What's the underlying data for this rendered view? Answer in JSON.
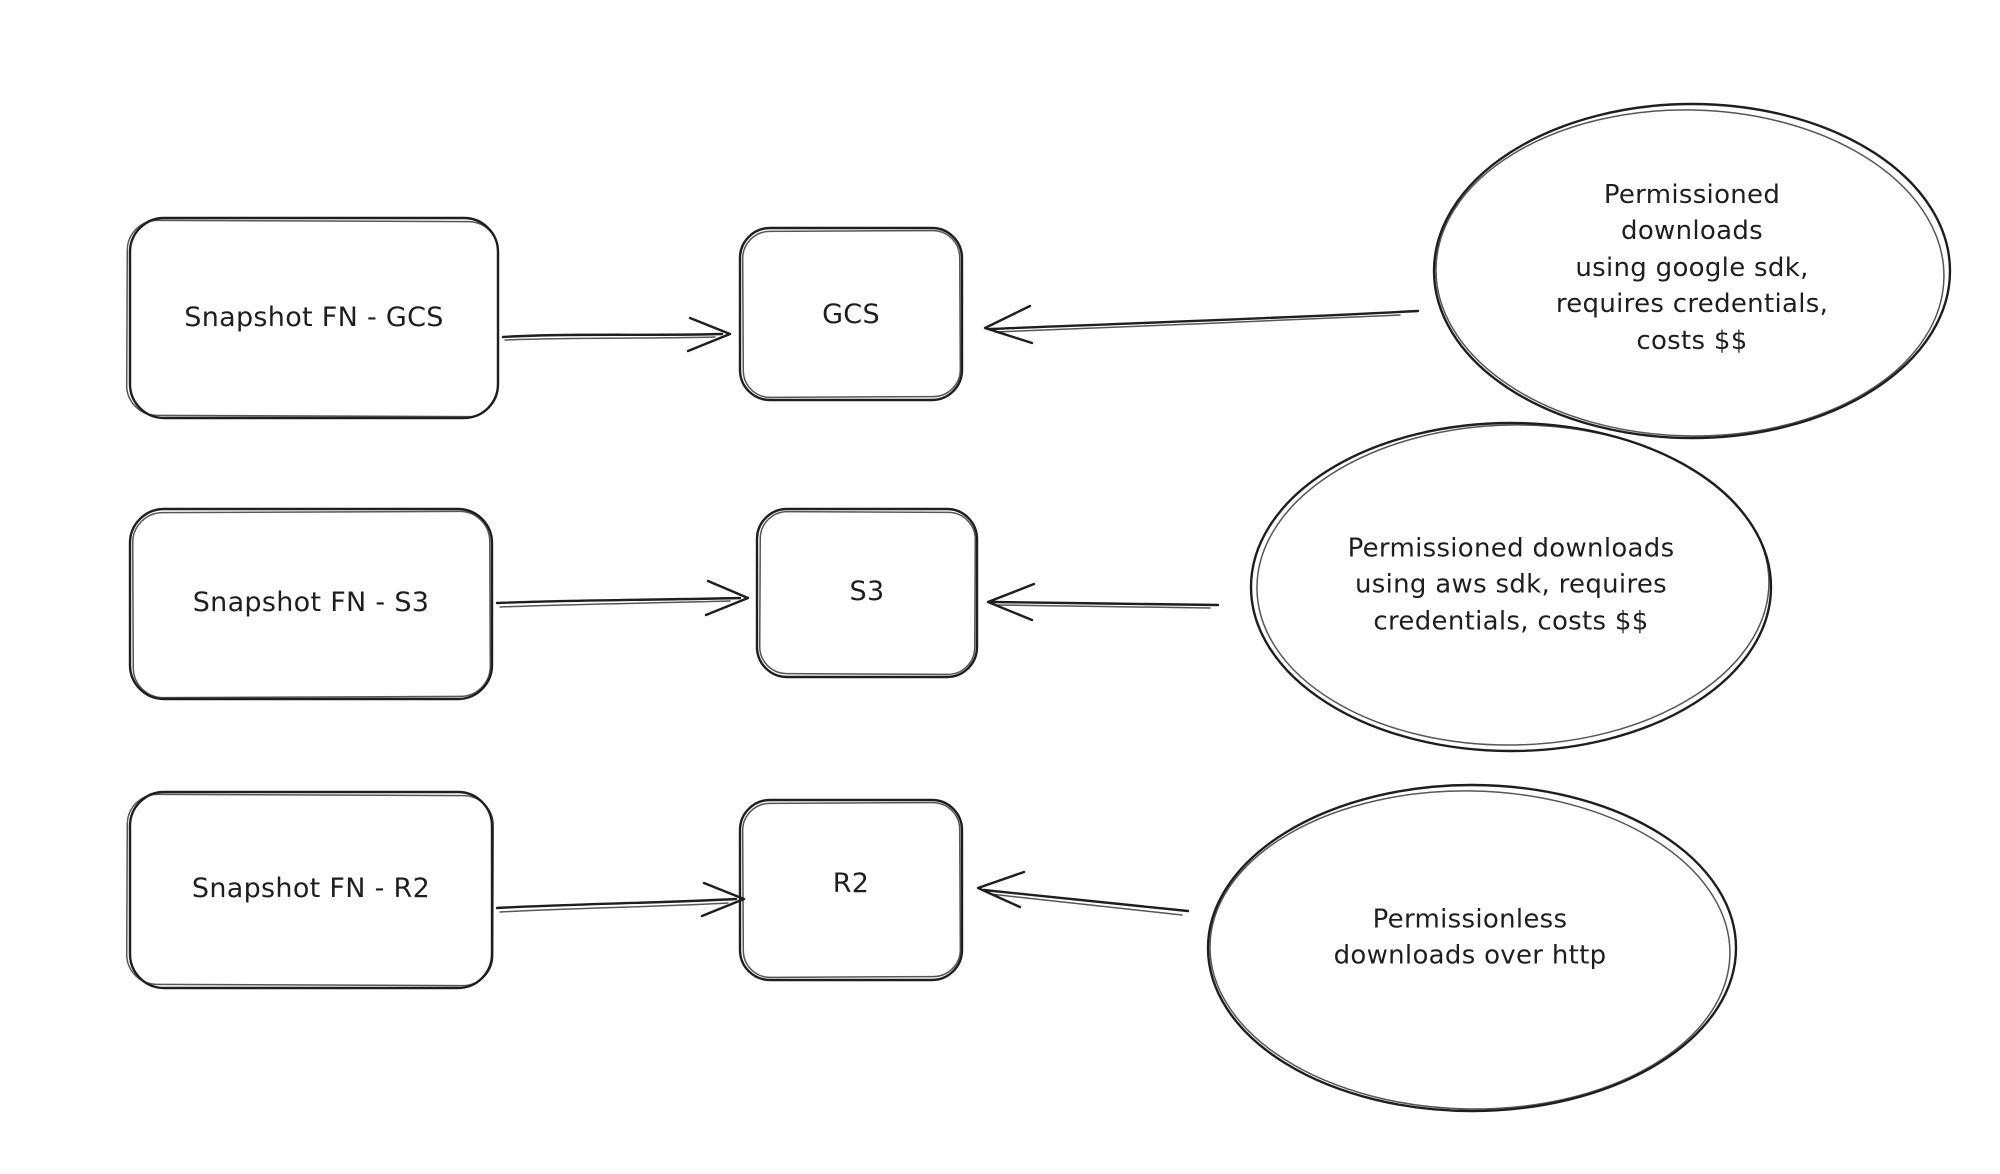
{
  "diagram": {
    "background_color": "#ffffff",
    "stroke_color": "#1e1e1e",
    "text_color": "#1e1e1e",
    "rows": [
      {
        "id": "gcs",
        "source_label": "Snapshot FN - GCS",
        "target_label": "GCS",
        "note_label": "Permissioned downloads\nusing google sdk,\nrequires credentials,\ncosts $$"
      },
      {
        "id": "s3",
        "source_label": "Snapshot FN - S3",
        "target_label": "S3",
        "note_label": "Permissioned downloads\nusing aws sdk, requires\ncredentials, costs $$"
      },
      {
        "id": "r2",
        "source_label": "Snapshot FN - R2",
        "target_label": "R2",
        "note_label": "Permissionless\ndownloads over http"
      }
    ]
  }
}
